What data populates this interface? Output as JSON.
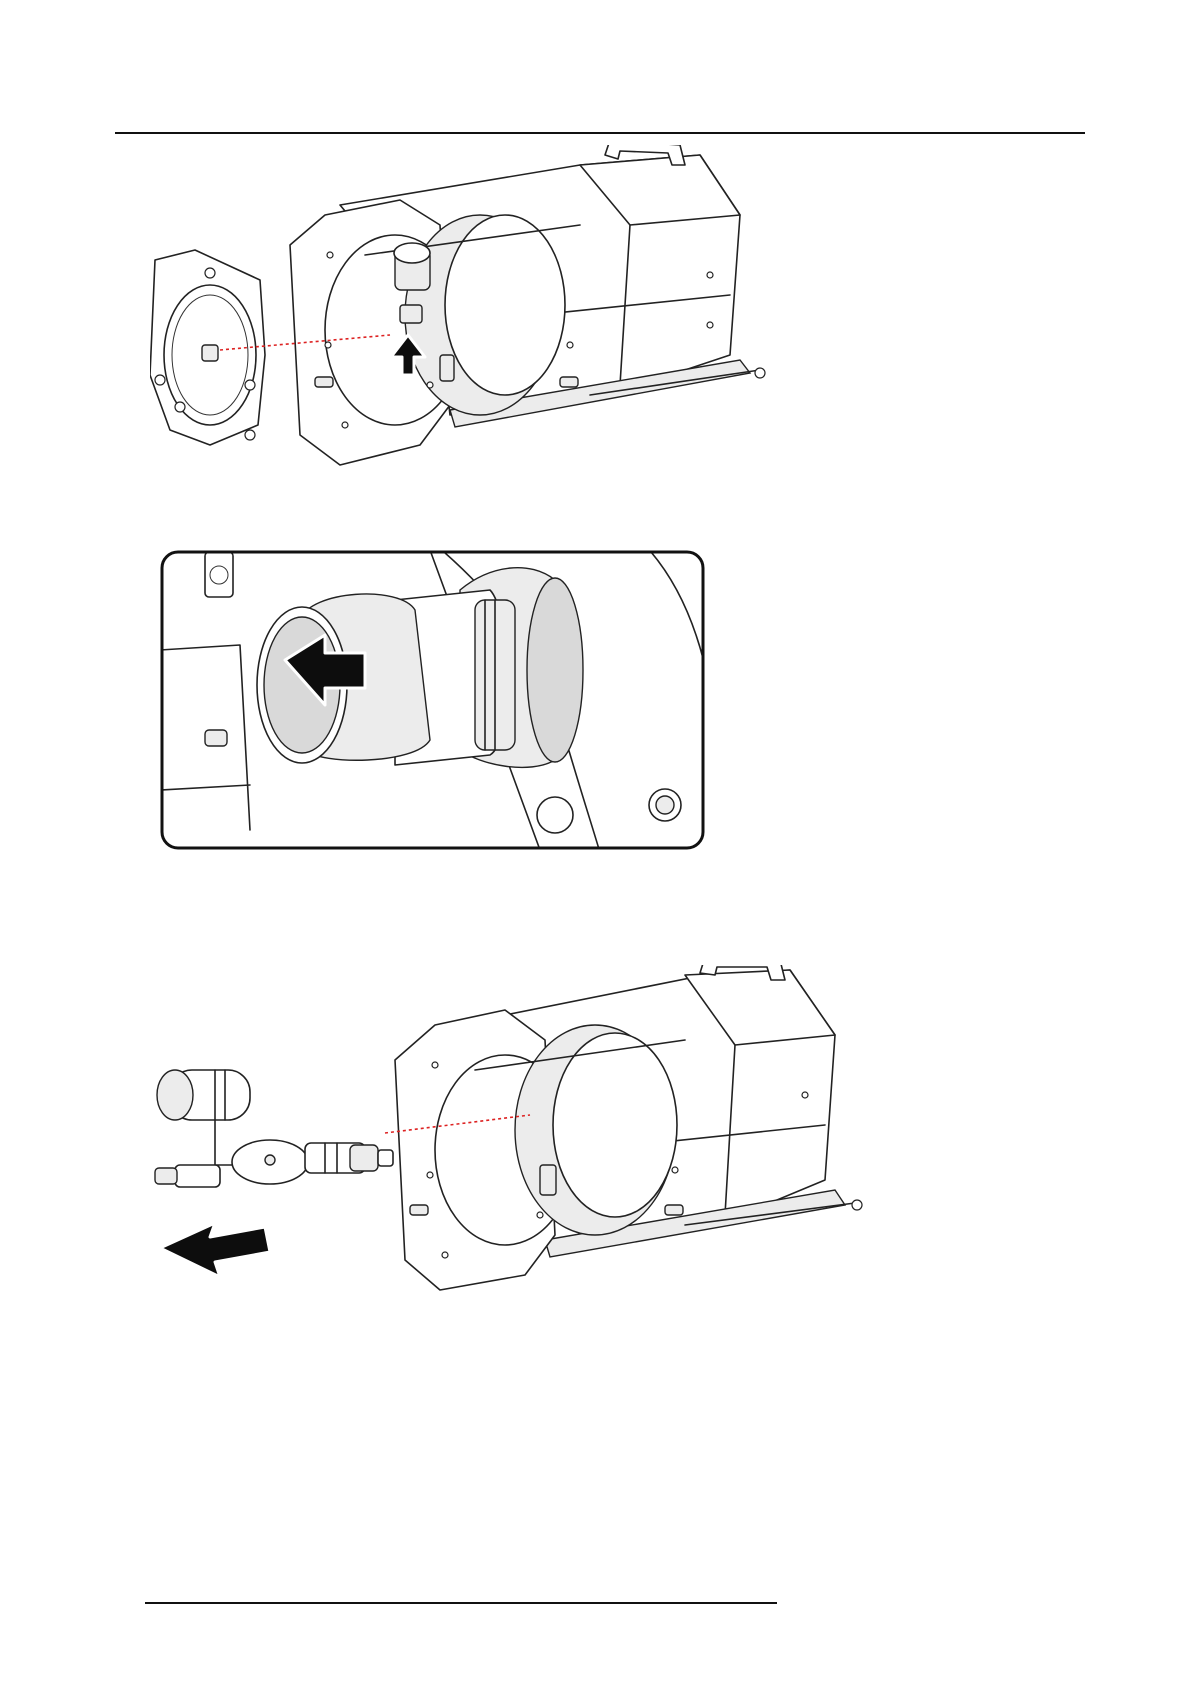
{
  "page": {
    "figures": [
      {
        "name": "remove-cover-plate",
        "icon": "arrow-up-icon"
      },
      {
        "name": "detail-reflector-tube",
        "icon": "arrow-left-icon"
      },
      {
        "name": "remove-lamp-assembly",
        "icon": "arrow-left-icon"
      }
    ]
  },
  "colors": {
    "line": "#222222",
    "arrow": "#0d0d0d",
    "guide": "#dd2222"
  }
}
